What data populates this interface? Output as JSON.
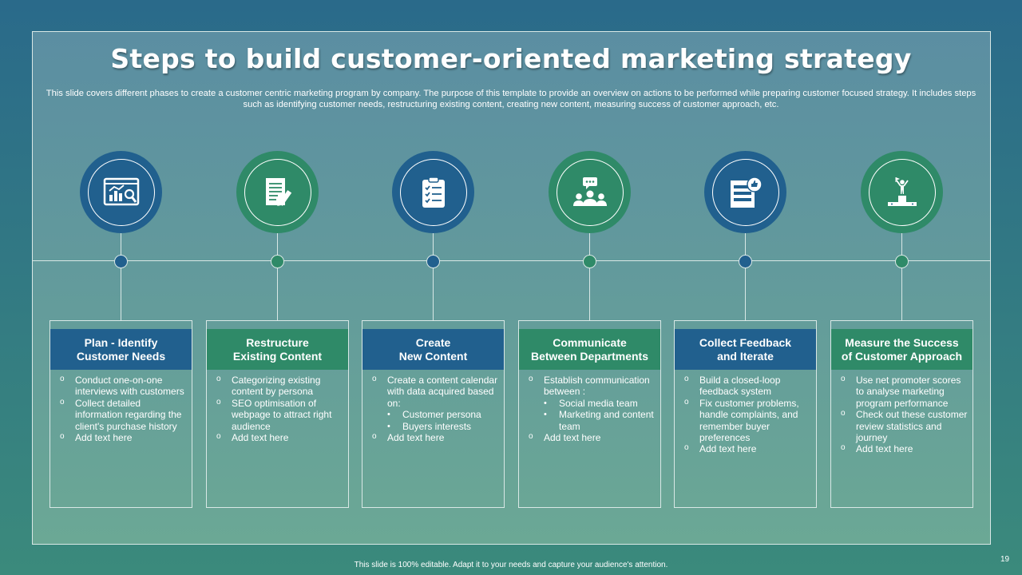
{
  "slide": {
    "title": "Steps to build customer-oriented marketing strategy",
    "subtitle": "This slide covers different phases to create a customer centric marketing program by company. The purpose of this template to provide an overview on actions to be performed while preparing customer focused strategy. It includes steps such as identifying customer needs, restructuring existing content, creating new content, measuring success of customer approach, etc.",
    "footer": "This slide is 100% editable. Adapt it to your needs and capture your audience's attention.",
    "page_number": "19"
  },
  "colors": {
    "blue": "#21608e",
    "green": "#2f8a68",
    "line": "#d9e8e6"
  },
  "steps": [
    {
      "icon": "analytics-dashboard-icon",
      "heading": [
        "Plan - Identify",
        "Customer Needs"
      ],
      "bullets": [
        {
          "text": "Conduct one-on-one interviews with customers",
          "sub": false
        },
        {
          "text": "Collect detailed information regarding the client's purchase history",
          "sub": false
        },
        {
          "text": "Add text here",
          "sub": false
        }
      ]
    },
    {
      "icon": "document-edit-icon",
      "heading": [
        "Restructure",
        "Existing Content"
      ],
      "bullets": [
        {
          "text": "Categorizing existing content by persona",
          "sub": false
        },
        {
          "text": "SEO optimisation of webpage to attract right audience",
          "sub": false
        },
        {
          "text": "Add text here",
          "sub": false
        }
      ]
    },
    {
      "icon": "clipboard-checklist-icon",
      "heading": [
        "Create",
        "New Content"
      ],
      "bullets": [
        {
          "text": "Create a content calendar with data acquired based on:",
          "sub": false
        },
        {
          "text": "Customer persona",
          "sub": true
        },
        {
          "text": "Buyers interests",
          "sub": true
        },
        {
          "text": "Add text here",
          "sub": false
        }
      ]
    },
    {
      "icon": "team-communication-icon",
      "heading": [
        "Communicate",
        "Between Departments"
      ],
      "bullets": [
        {
          "text": "Establish communication between :",
          "sub": false
        },
        {
          "text": "Social media team",
          "sub": true
        },
        {
          "text": "Marketing and content team",
          "sub": true
        },
        {
          "text": "Add text here",
          "sub": false
        }
      ]
    },
    {
      "icon": "feedback-form-icon",
      "heading": [
        "Collect Feedback",
        "and Iterate"
      ],
      "bullets": [
        {
          "text": "Build a closed-loop feedback system",
          "sub": false
        },
        {
          "text": "Fix customer problems, handle complaints, and remember buyer preferences",
          "sub": false
        },
        {
          "text": "Add text here",
          "sub": false
        }
      ]
    },
    {
      "icon": "success-podium-icon",
      "heading": [
        "Measure the Success",
        "of Customer Approach"
      ],
      "bullets": [
        {
          "text": "Use net promoter scores to analyse marketing program performance",
          "sub": false
        },
        {
          "text": "Check out these customer review statistics and journey",
          "sub": false
        },
        {
          "text": "Add text here",
          "sub": false
        }
      ]
    }
  ]
}
